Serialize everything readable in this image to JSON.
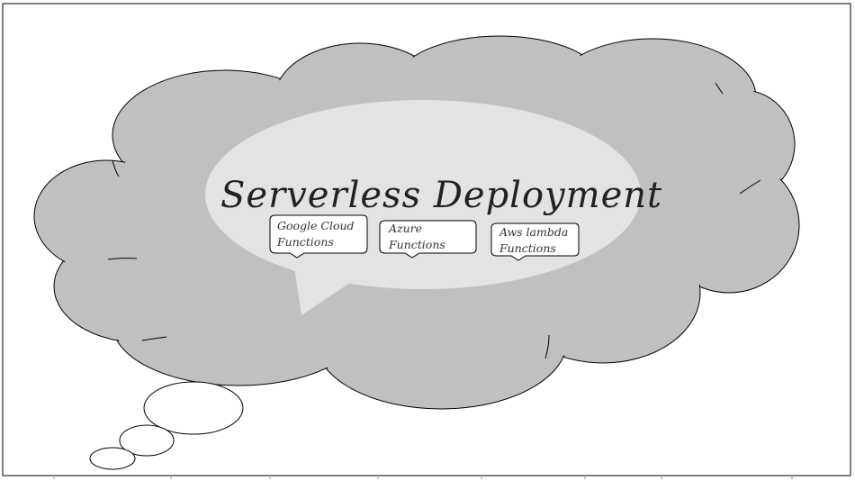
{
  "diagram": {
    "title": "Serverless Deployment",
    "items": [
      {
        "line1": "Google Cloud",
        "line2": "Functions"
      },
      {
        "line1": "Azure",
        "line2": "Functions"
      },
      {
        "line1": "Aws lambda",
        "line2": "Functions"
      }
    ]
  },
  "colors": {
    "cloud_fill": "#c0c0c0",
    "bubble_fill": "#e3e3e3",
    "callout_fill": "#ffffff",
    "outline": "#000000",
    "frame": "#808080"
  }
}
